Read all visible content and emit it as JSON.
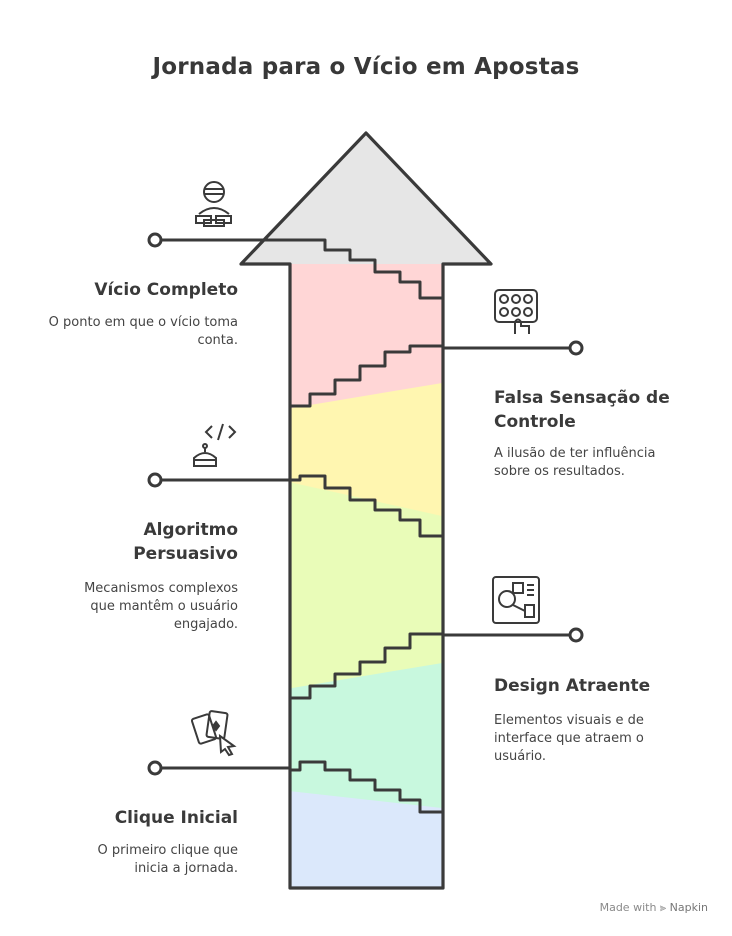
{
  "title": "Jornada para o Vício em Apostas",
  "stages": [
    {
      "key": "vicio",
      "title": "Vício Completo",
      "description": "O ponto em que o vício toma conta.",
      "side": "left",
      "icon": "addicted-person-icon"
    },
    {
      "key": "falsa",
      "title": "Falsa Sensação de Controle",
      "description": "A ilusão de ter influência sobre os resultados.",
      "side": "right",
      "icon": "slot-buttons-hand-icon"
    },
    {
      "key": "algoritmo",
      "title": "Algoritmo Persuasivo",
      "description": "Mecanismos complexos que mantêm o usuário engajado.",
      "side": "left",
      "icon": "code-robot-icon"
    },
    {
      "key": "design",
      "title": "Design Atraente",
      "description": "Elementos visuais e de interface que atraem o usuário.",
      "side": "right",
      "icon": "interface-layout-icon"
    },
    {
      "key": "clique",
      "title": "Clique Inicial",
      "description": "O primeiro clique que inicia a jornada.",
      "side": "left",
      "icon": "cards-cursor-icon"
    }
  ],
  "colors": {
    "stroke": "#3a3a3a",
    "arrowhead": "#e6e6e6",
    "vicio": "#ffd6d6",
    "falsa": "#fff6b0",
    "algoritmo": "#e9fcb8",
    "design": "#c8f8de",
    "clique": "#dbe8fb"
  },
  "footer": {
    "made_with": "Made with",
    "brand": "Napkin"
  }
}
